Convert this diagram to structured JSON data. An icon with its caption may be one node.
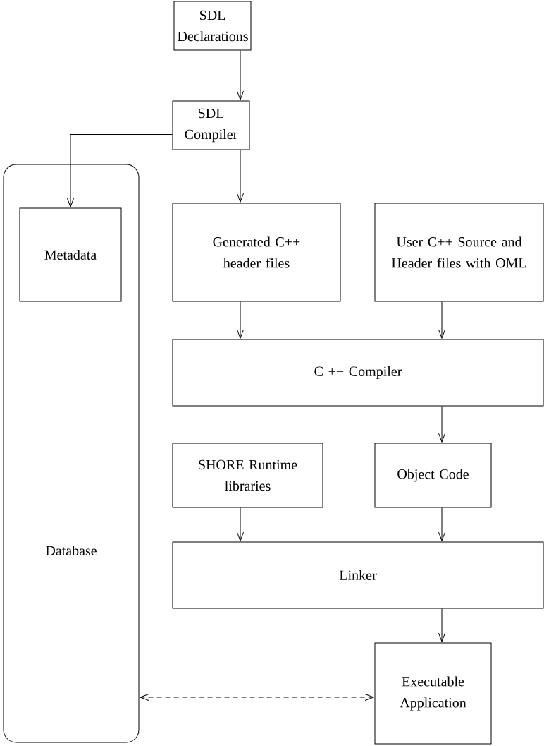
{
  "diagram": {
    "nodes": [
      {
        "text": [
          "SDL Declarations"
        ]
      },
      {
        "text": [
          "SDL Compiler"
        ]
      },
      {
        "text": [
          "Database"
        ]
      },
      {
        "text": [
          "Metadata"
        ],
        "in": 2
      },
      {
        "text": [
          "Generated C++ header files"
        ]
      },
      {
        "text": [
          "User C++ Source and Header files with OML"
        ]
      },
      {
        "text": [
          "C ++  Compiler"
        ]
      },
      {
        "text": [
          "SHORE Runtime libraries"
        ]
      },
      {
        "text": [
          "Object Code"
        ]
      },
      {
        "text": [
          "Linker"
        ]
      },
      {
        "text": [
          "Executable Application"
        ]
      }
    ],
    "edges": [
      {
        "from": 0,
        "to": 1,
        "arrow": "to"
      },
      {
        "from": 1,
        "to": 3,
        "arrow": "to"
      },
      {
        "from": 1,
        "to": 4,
        "arrow": "to"
      },
      {
        "from": 4,
        "to": 6,
        "arrow": "to"
      },
      {
        "from": 5,
        "to": 6,
        "arrow": "to"
      },
      {
        "from": 6,
        "to": 8,
        "arrow": "to"
      },
      {
        "from": 7,
        "to": 9,
        "arrow": "to"
      },
      {
        "from": 8,
        "to": 9,
        "arrow": "to"
      },
      {
        "from": 9,
        "to": 10,
        "arrow": "to"
      },
      {
        "from": 10,
        "to": 2,
        "arrow": "both",
        "style": "dashed"
      }
    ]
  }
}
